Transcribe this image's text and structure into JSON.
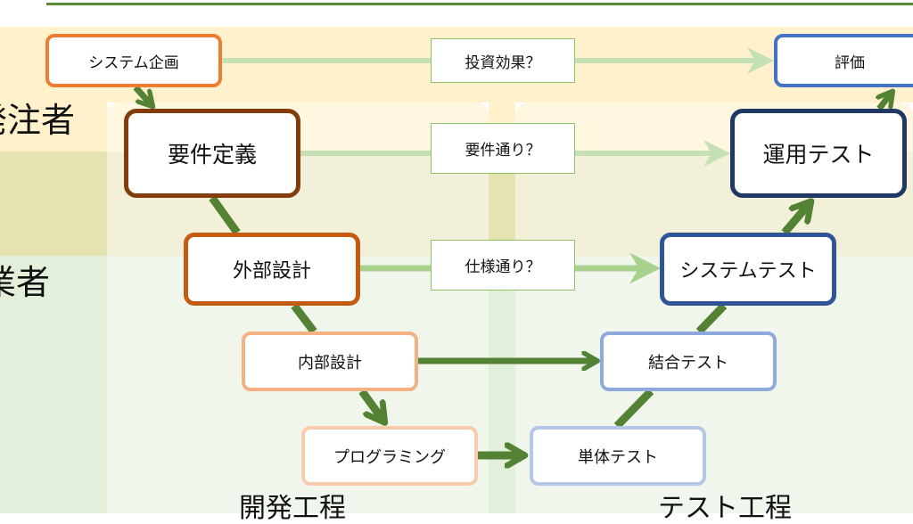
{
  "title_fragment": "時間",
  "actors": {
    "orderer": "発注者",
    "vendor": "業者"
  },
  "phases": {
    "development": "開発工程",
    "testing": "テスト工程"
  },
  "nodes": {
    "system_planning": "システム企画",
    "evaluation": "評価",
    "requirements_definition": "要件定義",
    "operational_test": "運用テスト",
    "external_design": "外部設計",
    "system_test": "システムテスト",
    "internal_design": "内部設計",
    "integration_test": "結合テスト",
    "programming": "プログラミング",
    "unit_test": "単体テスト"
  },
  "verification_questions": {
    "investment_effect": "投資効果？",
    "per_requirements": "要件通り？",
    "per_specification": "仕様通り？"
  },
  "colors": {
    "flow_arrow": "#548235",
    "verification_arrow": "#C5E0B4",
    "verification_arrow_strong": "#A9D18E",
    "header_line": "#5A8A3A",
    "orderer_band": "#FFF1CC",
    "vendor_band": "#E2EFDA"
  },
  "edges": [
    {
      "from": "system_planning",
      "to": "requirements_definition",
      "type": "flow"
    },
    {
      "from": "requirements_definition",
      "to": "external_design",
      "type": "flow"
    },
    {
      "from": "external_design",
      "to": "internal_design",
      "type": "flow"
    },
    {
      "from": "internal_design",
      "to": "programming",
      "type": "flow"
    },
    {
      "from": "programming",
      "to": "unit_test",
      "type": "flow"
    },
    {
      "from": "unit_test",
      "to": "integration_test",
      "type": "flow"
    },
    {
      "from": "integration_test",
      "to": "system_test",
      "type": "flow"
    },
    {
      "from": "system_test",
      "to": "operational_test",
      "type": "flow"
    },
    {
      "from": "operational_test",
      "to": "evaluation",
      "type": "flow"
    },
    {
      "from": "internal_design",
      "to": "integration_test",
      "type": "flow"
    },
    {
      "from": "system_planning",
      "to": "evaluation",
      "type": "verification",
      "label": "investment_effect"
    },
    {
      "from": "requirements_definition",
      "to": "operational_test",
      "type": "verification",
      "label": "per_requirements"
    },
    {
      "from": "external_design",
      "to": "system_test",
      "type": "verification",
      "label": "per_specification"
    }
  ]
}
